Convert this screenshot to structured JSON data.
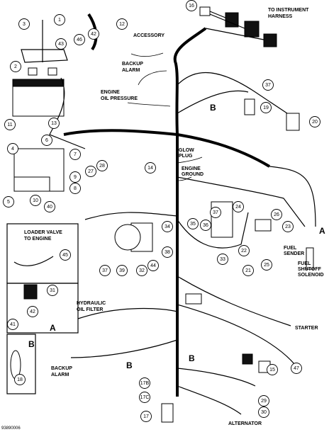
{
  "labels": {
    "to_instrument_harness": [
      "TO INSTRUMENT",
      "HARNESS"
    ],
    "accessory": "ACCESSORY",
    "backup_alarm_top": [
      "BACKUP",
      "ALARM"
    ],
    "engine_oil_pressure": [
      "ENGINE",
      "OIL PRESSURE"
    ],
    "glow_plug": [
      "GLOW",
      "PLUG"
    ],
    "engine_ground": [
      "ENGINE",
      "GROUND"
    ],
    "loader_valve": [
      "LOADER VALVE",
      "TO ENGINE"
    ],
    "fuel_sender": [
      "FUEL",
      "SENDER"
    ],
    "fuel_shutoff_solenoid": [
      "FUEL",
      "SHUTOFF",
      "SOLENOID"
    ],
    "hydraulic_oil_filter": [
      "HYDRAULIC",
      "OIL FILTER"
    ],
    "starter": "STARTER",
    "backup_alarm_bottom": [
      "BACKUP",
      "ALARM"
    ],
    "alternator": "ALTERNATOR",
    "view_a_inset": "A",
    "view_b_inset": "B",
    "view_a_main": "A",
    "harness_b_upper": "B",
    "harness_b_lower_left": "B",
    "harness_b_lower_mid": "B",
    "figure_code": "93890006"
  },
  "callouts": {
    "c1": "1",
    "c2": "2",
    "c3": "3",
    "c4": "4",
    "c5": "5",
    "c6": "6",
    "c7": "7",
    "c8": "8",
    "c9": "9",
    "c10": "10",
    "c11": "11",
    "c12": "12",
    "c13": "13",
    "c14": "14",
    "c15": "15",
    "c16": "16",
    "c17": "17",
    "c17b": "17B",
    "c17c": "17C",
    "c18": "18",
    "c19": "19",
    "c20": "20",
    "c21": "21",
    "c22": "22",
    "c23": "23",
    "c24": "24",
    "c25": "25",
    "c26": "26",
    "c27": "27",
    "c28": "28",
    "c29": "29",
    "c30": "30",
    "c31": "31",
    "c32": "32",
    "c33": "33",
    "c34": "34",
    "c35": "35",
    "c36": "36",
    "c37a": "37",
    "c37b": "37",
    "c37c": "37",
    "c38": "38",
    "c39": "39",
    "c40": "40",
    "c41": "41",
    "c42a": "42",
    "c42b": "42",
    "c43": "43",
    "c44": "44",
    "c45": "45",
    "c46": "46",
    "c47": "47"
  }
}
